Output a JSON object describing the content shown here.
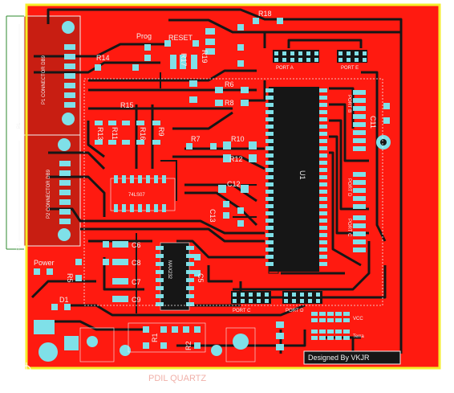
{
  "colors": {
    "board": "#ff1a10",
    "trace": "#161616",
    "pad": "#7fe0e8",
    "silkscreen": "#f2f2f2",
    "outline": "#f6ee2a",
    "left_shell": "#c81e12"
  },
  "labels": {
    "r18": "R18",
    "prog": "Prog",
    "reset": "RESET",
    "r19": "R19",
    "r14": "R14",
    "r15": "R15",
    "r13": "R13",
    "r11": "R11",
    "r16": "R16",
    "r9": "R9",
    "r6": "R6",
    "r8": "R8",
    "r7": "R7",
    "r10": "R10",
    "r12": "R12",
    "r17": "R17",
    "c12": "C12",
    "c13": "C13",
    "c11": "C11",
    "c6": "C6",
    "c8": "C8",
    "c7": "C7",
    "c9": "C9",
    "c5": "C5",
    "u1": "U1",
    "u2": "MAX232",
    "u3": "74LS07",
    "r5": "R5",
    "r1": "R1",
    "r2": "R2",
    "d1": "D1",
    "power": "Power",
    "p1_connector": "P1  CONNECTOR DB9",
    "p2_connector": "P2  CONNECTOR DB9",
    "p1": "P1",
    "p2": "P2",
    "port_a": "PORT A",
    "port_e": "PORT E",
    "port_b": "PORT B",
    "port_d_right": "PORT D",
    "port_c_right": "PORT C",
    "port_c_bottom": "PORT C",
    "port_d_bottom": "PORT D",
    "vcc": "VCC",
    "terra": "Terra",
    "designer": "Designed By VKJR",
    "below_board": "PDIL QUARTZ"
  }
}
